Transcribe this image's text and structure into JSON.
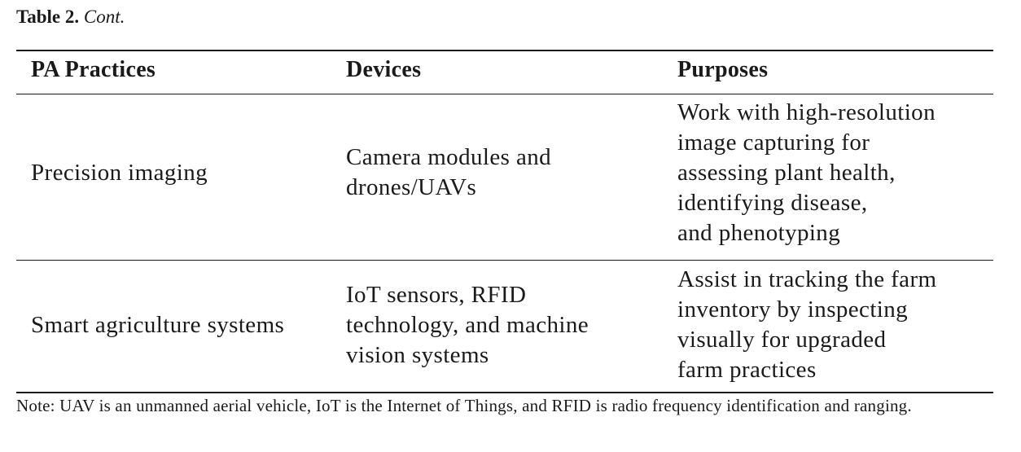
{
  "title": {
    "label": "Table 2.",
    "suffix": "Cont."
  },
  "table": {
    "headers": [
      "PA Practices",
      "Devices",
      "Purposes"
    ],
    "rows": [
      {
        "practice": [
          "Precision imaging"
        ],
        "devices": [
          "Camera modules and",
          "drones/UAVs"
        ],
        "purposes": [
          "Work with high-resolution",
          "image capturing for",
          "assessing plant health,",
          "identifying disease,",
          "and phenotyping"
        ]
      },
      {
        "practice": [
          "Smart agriculture systems"
        ],
        "devices": [
          "IoT sensors, RFID",
          "technology, and machine",
          "vision systems"
        ],
        "purposes": [
          "Assist in tracking the farm",
          "inventory by inspecting",
          "visually for upgraded",
          "farm practices"
        ]
      }
    ]
  },
  "note": "Note: UAV is an unmanned aerial vehicle, IoT is the Internet of Things, and RFID is radio frequency identification and ranging."
}
